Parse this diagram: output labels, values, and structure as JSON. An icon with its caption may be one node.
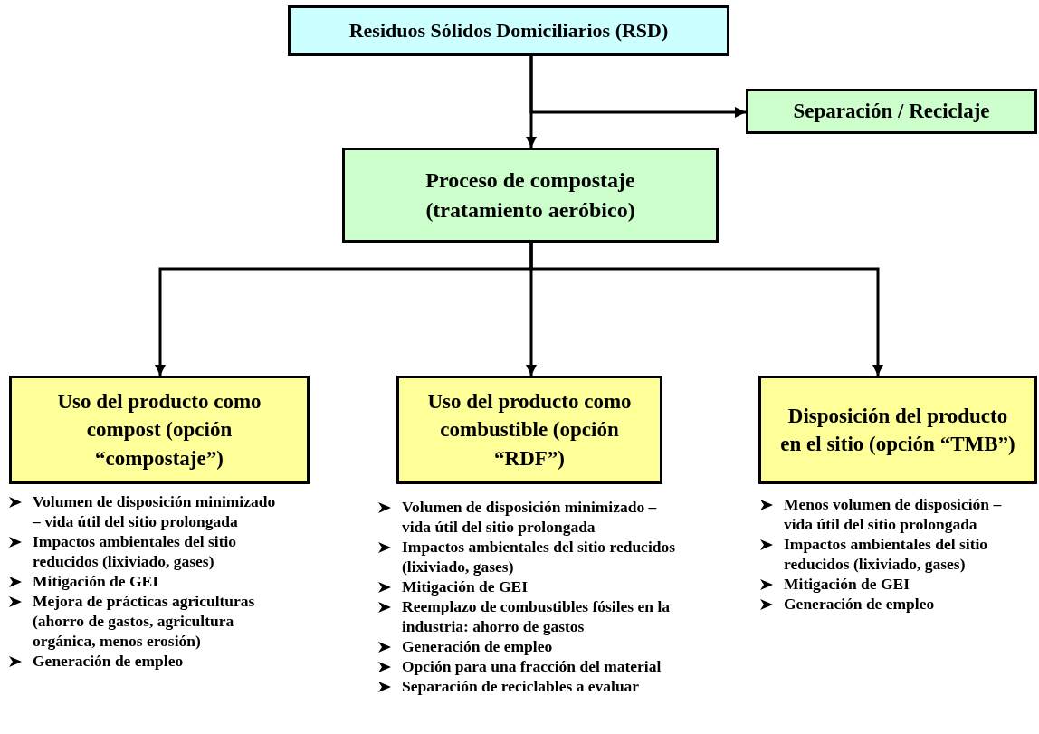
{
  "diagram": {
    "nodes": [
      {
        "text": [
          "Residuos Sólidos Domiciliarios (RSD)"
        ]
      },
      {
        "text": [
          "Separación / Reciclaje"
        ]
      },
      {
        "text": [
          "Proceso de compostaje (tratamiento aeróbico)"
        ]
      },
      {
        "text": [
          "Uso del producto como compost (opción “compostaje”)"
        ],
        "beside": [
          "Volumen de disposición minimizado – vida útil del sitio prolongada",
          "Impactos ambientales del sitio reducidos (lixiviado, gases)",
          "Mitigación de GEI",
          "Mejora de prácticas agriculturas (ahorro de gastos, agricultura orgánica, menos erosión)",
          "Generación de empleo"
        ]
      },
      {
        "text": [
          "Uso del producto como combustible (opción “RDF”)"
        ],
        "beside": [
          "Volumen de disposición minimizado – vida útil del sitio prolongada",
          "Impactos ambientales del sitio reducidos (lixiviado, gases)",
          "Mitigación de GEI",
          "Reemplazo de combustibles fósiles en la industria: ahorro de gastos",
          "Generación de empleo",
          "Opción para una fracción del material",
          "Separación de reciclables a evaluar"
        ]
      },
      {
        "text": [
          "Disposición del producto en el sitio (opción “TMB”)"
        ],
        "beside": [
          "Menos volumen de disposición – vida útil del sitio prolongada",
          "Impactos ambientales del sitio reducidos (lixiviado, gases)",
          "Mitigación de GEI",
          "Generación de empleo"
        ]
      }
    ],
    "edges": [
      {
        "from": 0,
        "to": 2,
        "arrow": "to"
      },
      {
        "from": 0,
        "to": 1,
        "arrow": "to"
      },
      {
        "from": 2,
        "to": 3,
        "arrow": "to"
      },
      {
        "from": 2,
        "to": 4,
        "arrow": "to"
      },
      {
        "from": 2,
        "to": 5,
        "arrow": "to"
      }
    ]
  }
}
